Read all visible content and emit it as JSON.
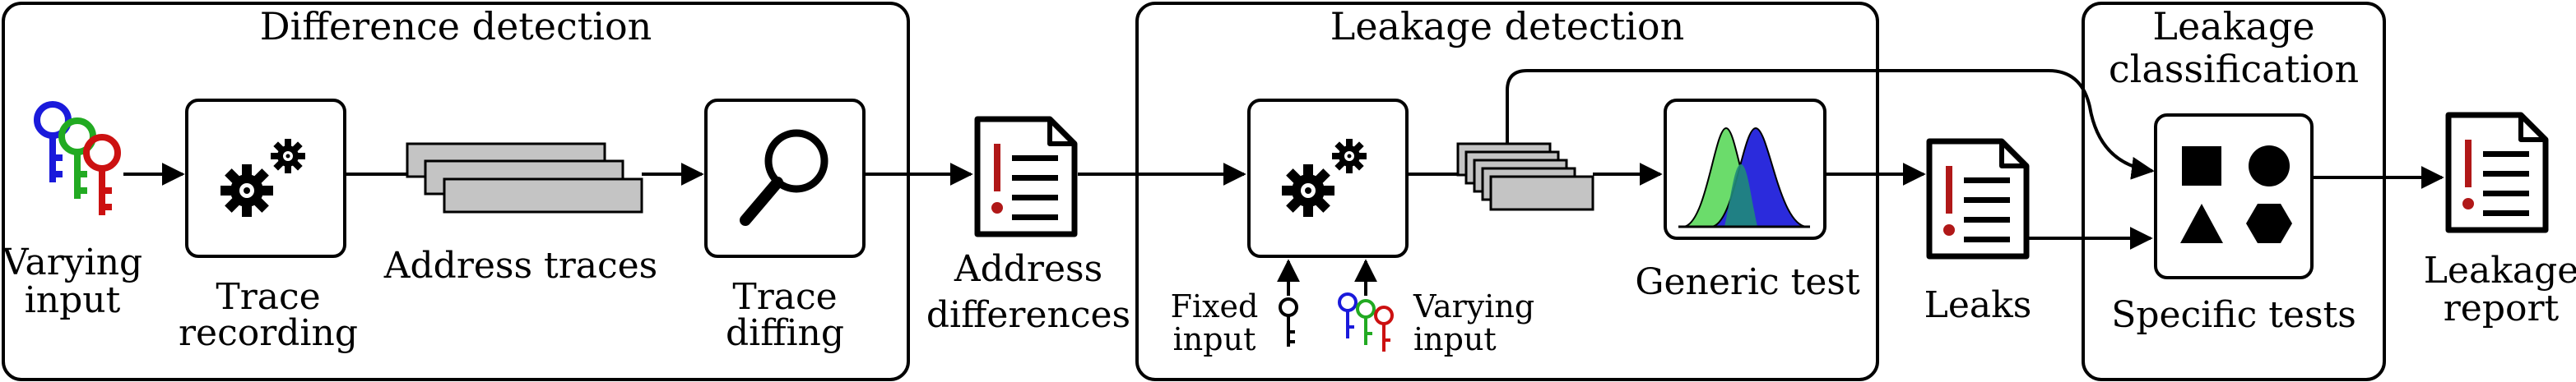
{
  "panels": {
    "difference": "Difference detection",
    "leakage_detection": "Leakage detection",
    "classification_line1": "Leakage",
    "classification_line2": "classification"
  },
  "labels": {
    "varying_input_1": "Varying",
    "varying_input_2": "input",
    "trace_recording_1": "Trace",
    "trace_recording_2": "recording",
    "address_traces": "Address traces",
    "trace_diffing_1": "Trace",
    "trace_diffing_2": "diffing",
    "address_differences_1": "Address",
    "address_differences_2": "differences",
    "fixed_input_1": "Fixed",
    "fixed_input_2": "input",
    "varying_input_small_1": "Varying",
    "varying_input_small_2": "input",
    "generic_test": "Generic test",
    "leaks": "Leaks",
    "specific_tests": "Specific tests",
    "leakage_report_1": "Leakage",
    "leakage_report_2": "report"
  },
  "colors": {
    "key_blue": "#1a1adb",
    "key_green": "#22aa22",
    "key_red": "#cc1111",
    "document_mark": "#b01818",
    "trace_fill": "#c4c4c4",
    "curve_green": "#6bdc6b",
    "curve_blue": "#2b2bdc",
    "curve_overlap": "#1f8a7a"
  },
  "icons": [
    "key-icon",
    "gears-icon",
    "magnifier-icon",
    "document-icon",
    "distribution-icon",
    "shapes-icon"
  ]
}
